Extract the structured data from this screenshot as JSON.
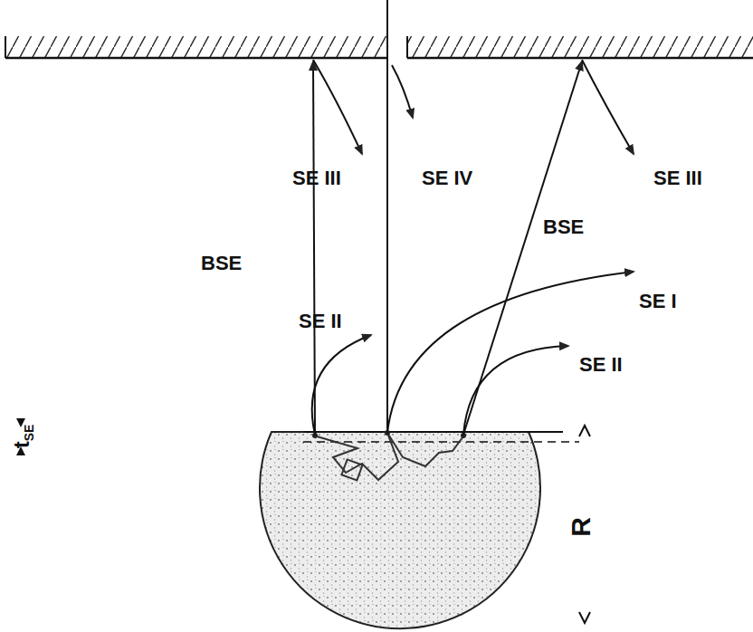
{
  "diagram": {
    "labels": [
      "SE III",
      "SE IV",
      "SE III",
      "BSE",
      "BSE",
      "SE II",
      "SE I",
      "SE II",
      "t",
      "SE",
      "R"
    ]
  }
}
